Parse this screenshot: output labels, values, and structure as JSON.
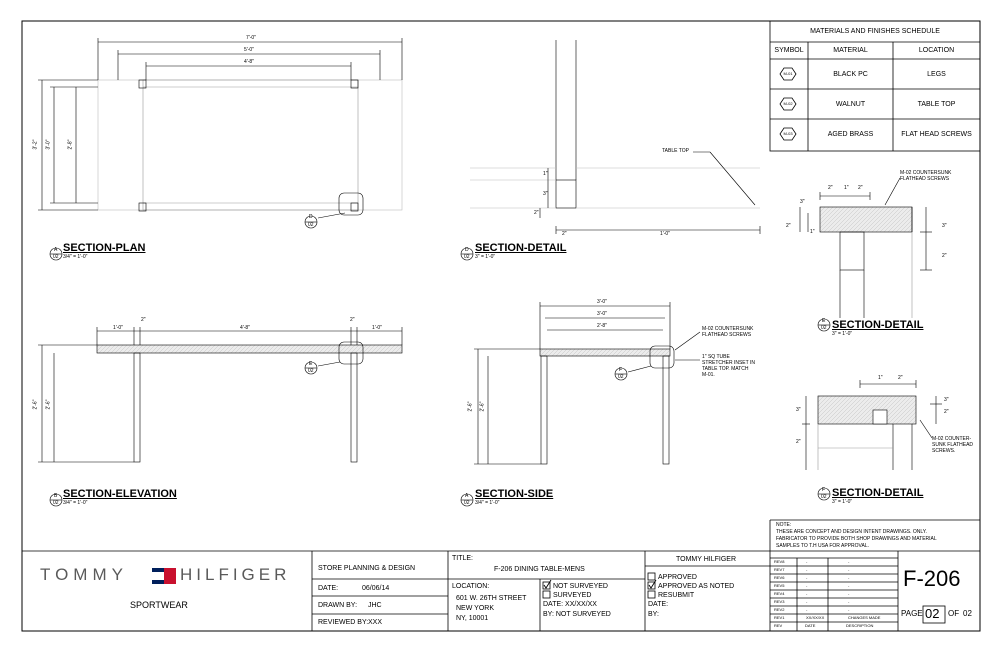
{
  "views": {
    "section_plan": {
      "title": "SECTION-PLAN",
      "tag_letter": "A",
      "tag_sheet": "02",
      "scale": "3/4\" = 1'-0\""
    },
    "section_detail_top": {
      "title": "SECTION-DETAIL",
      "tag_letter": "D",
      "tag_sheet": "02",
      "scale": "3\" = 1'-0\""
    },
    "section_elevation": {
      "title": "SECTION-ELEVATION",
      "tag_letter": "B",
      "tag_sheet": "02",
      "scale": "3/4\" = 1'-0\""
    },
    "section_side": {
      "title": "SECTION-SIDE",
      "tag_letter": "A",
      "tag_sheet": "02",
      "scale": "3/4\" = 1'-0\""
    },
    "section_detail_e": {
      "title": "SECTION-DETAIL",
      "tag_letter": "E",
      "tag_sheet": "02",
      "scale": "3\" = 1'-0\""
    },
    "section_detail_f": {
      "title": "SECTION-DETAIL",
      "tag_letter": "F",
      "tag_sheet": "02",
      "scale": "3\" = 1'-0\""
    }
  },
  "callouts": {
    "plan_d": {
      "letter": "D",
      "sheet": "02"
    },
    "elev_e": {
      "letter": "E",
      "sheet": "02"
    },
    "side_f": {
      "letter": "F",
      "sheet": "02"
    }
  },
  "dims": {
    "plan_7ft": "7'-0\"",
    "plan_5ft": "5'-0\"",
    "plan_4ft8": "4'-8\"",
    "plan_left_a": "3'-2\"",
    "plan_left_b": "3'-0\"",
    "plan_left_c": "2'-8\"",
    "det_1": "1\"",
    "det_3": "3\"",
    "det_2a": "2\"",
    "det_2b": "2\"",
    "det_1ft": "1'-0\"",
    "elev_1ft_l": "1'-0\"",
    "elev_2_l": "2\"",
    "elev_4ft8": "4'-8\"",
    "elev_2_r": "2\"",
    "elev_1ft_r": "1'-0\"",
    "elev_h_a": "2'-6\"",
    "elev_h_b": "2'-6\"",
    "side_3ft2": "3'-0\"",
    "side_3ft": "3'-0\"",
    "side_2ft8": "2'-8\"",
    "side_h_a": "2'-6\"",
    "side_h_b": "2'-6\"",
    "e_2a": "2\"",
    "e_1": "1\"",
    "e_2b": "2\"",
    "e_2": "2\"",
    "e_3": "3\"",
    "e_2c": "2\"",
    "e_1b": "1\"",
    "e_3b": "3\"",
    "f_1": "1\"",
    "f_2": "2\"",
    "f_3": "3\"",
    "f_2b": "2\"",
    "f_3b": "3\"",
    "f_2c": "2\""
  },
  "notes": {
    "table_top": "TABLE TOP",
    "e_screws": "M-02 COUNTERSUNK\nFLATHEAD SCREWS",
    "side_screws": "M-02 COUNTERSUNK\nFLATHEAD SCREWS",
    "side_tube": "1\" SQ TUBE\nSTRETCHER INSET IN\nTABLE TOP. MATCH\nM-01.",
    "f_screws": "M-02 COUNTER-\nSUNK FLATHEAD\nSCREWS."
  },
  "materials": {
    "title": "MATERIALS AND FINISHES SCHEDULE",
    "headers": [
      "SYMBOL",
      "MATERIAL",
      "LOCATION"
    ],
    "rows": [
      {
        "symbol": "M-01",
        "material": "BLACK PC",
        "location": "LEGS"
      },
      {
        "symbol": "M-02",
        "material": "WALNUT",
        "location": "TABLE TOP"
      },
      {
        "symbol": "M-03",
        "material": "AGED BRASS",
        "location": "FLAT HEAD SCREWS"
      }
    ]
  },
  "note_block": {
    "label": "NOTE:",
    "text_lines": [
      "THESE ARE CONCEPT AND DESIGN  INTENT DRAWINGS. ONLY.",
      "FABRICATOR TO PROVIDE BOTH SHOP DRAWINGS AND MATERIAL",
      "SAMPLES TO T.H USA FOR APPROVAL."
    ]
  },
  "title_block": {
    "brand_left": "TOMMY",
    "brand_right": "HILFIGER",
    "sub_brand": "SPORTWEAR",
    "dept": "STORE PLANNING & DESIGN",
    "date_label": "DATE:",
    "date_value": "06/06/14",
    "drawn_label": "DRAWN BY:",
    "drawn_value": "JHC",
    "reviewed_label": "REVIEWED BY:",
    "reviewed_value": "XXX",
    "title_label": "TITLE:",
    "title_value": "F-206 DINING TABLE-MENS",
    "location_label": "LOCATION:",
    "location_lines": [
      "601 W. 26TH STREET",
      "NEW YORK",
      "NY, 10001"
    ],
    "survey": {
      "not_surveyed": "NOT SURVEYED",
      "surveyed": "SURVEYED",
      "date_line": "DATE: XX/XX/XX",
      "by_line": "BY: NOT SURVEYED"
    },
    "approval_header": "TOMMY HILFIGER",
    "approval": {
      "approved": "APPROVED",
      "approved_as_noted": "APPROVED AS NOTED",
      "resubmit": "RESUBMIT",
      "date": "DATE:",
      "by": "BY:"
    },
    "revisions": [
      {
        "rev": "REV8",
        "date": "-",
        "desc": "-"
      },
      {
        "rev": "REV7",
        "date": "-",
        "desc": "-"
      },
      {
        "rev": "REV6",
        "date": "-",
        "desc": "-"
      },
      {
        "rev": "REV5",
        "date": "-",
        "desc": "-"
      },
      {
        "rev": "REV4",
        "date": "-",
        "desc": "-"
      },
      {
        "rev": "REV3",
        "date": "-",
        "desc": "-"
      },
      {
        "rev": "REV2",
        "date": "-",
        "desc": "-"
      },
      {
        "rev": "REV1",
        "date": "XX/XX/XX",
        "desc": "CHANGES MADE"
      }
    ],
    "rev_headers": [
      "REV",
      "DATE",
      "DESCRIPTION"
    ],
    "sheet_number": "F-206",
    "page_label": "PAGE",
    "page_number": "02",
    "of_label": "OF",
    "page_total": "02"
  },
  "colors": {
    "line": "#000000",
    "light_line": "#9a9a9a",
    "wood_fill": "#e6e6e6",
    "flag_red": "#c8102e",
    "flag_navy": "#001f5b",
    "brand_gray": "#5a5a5a"
  }
}
